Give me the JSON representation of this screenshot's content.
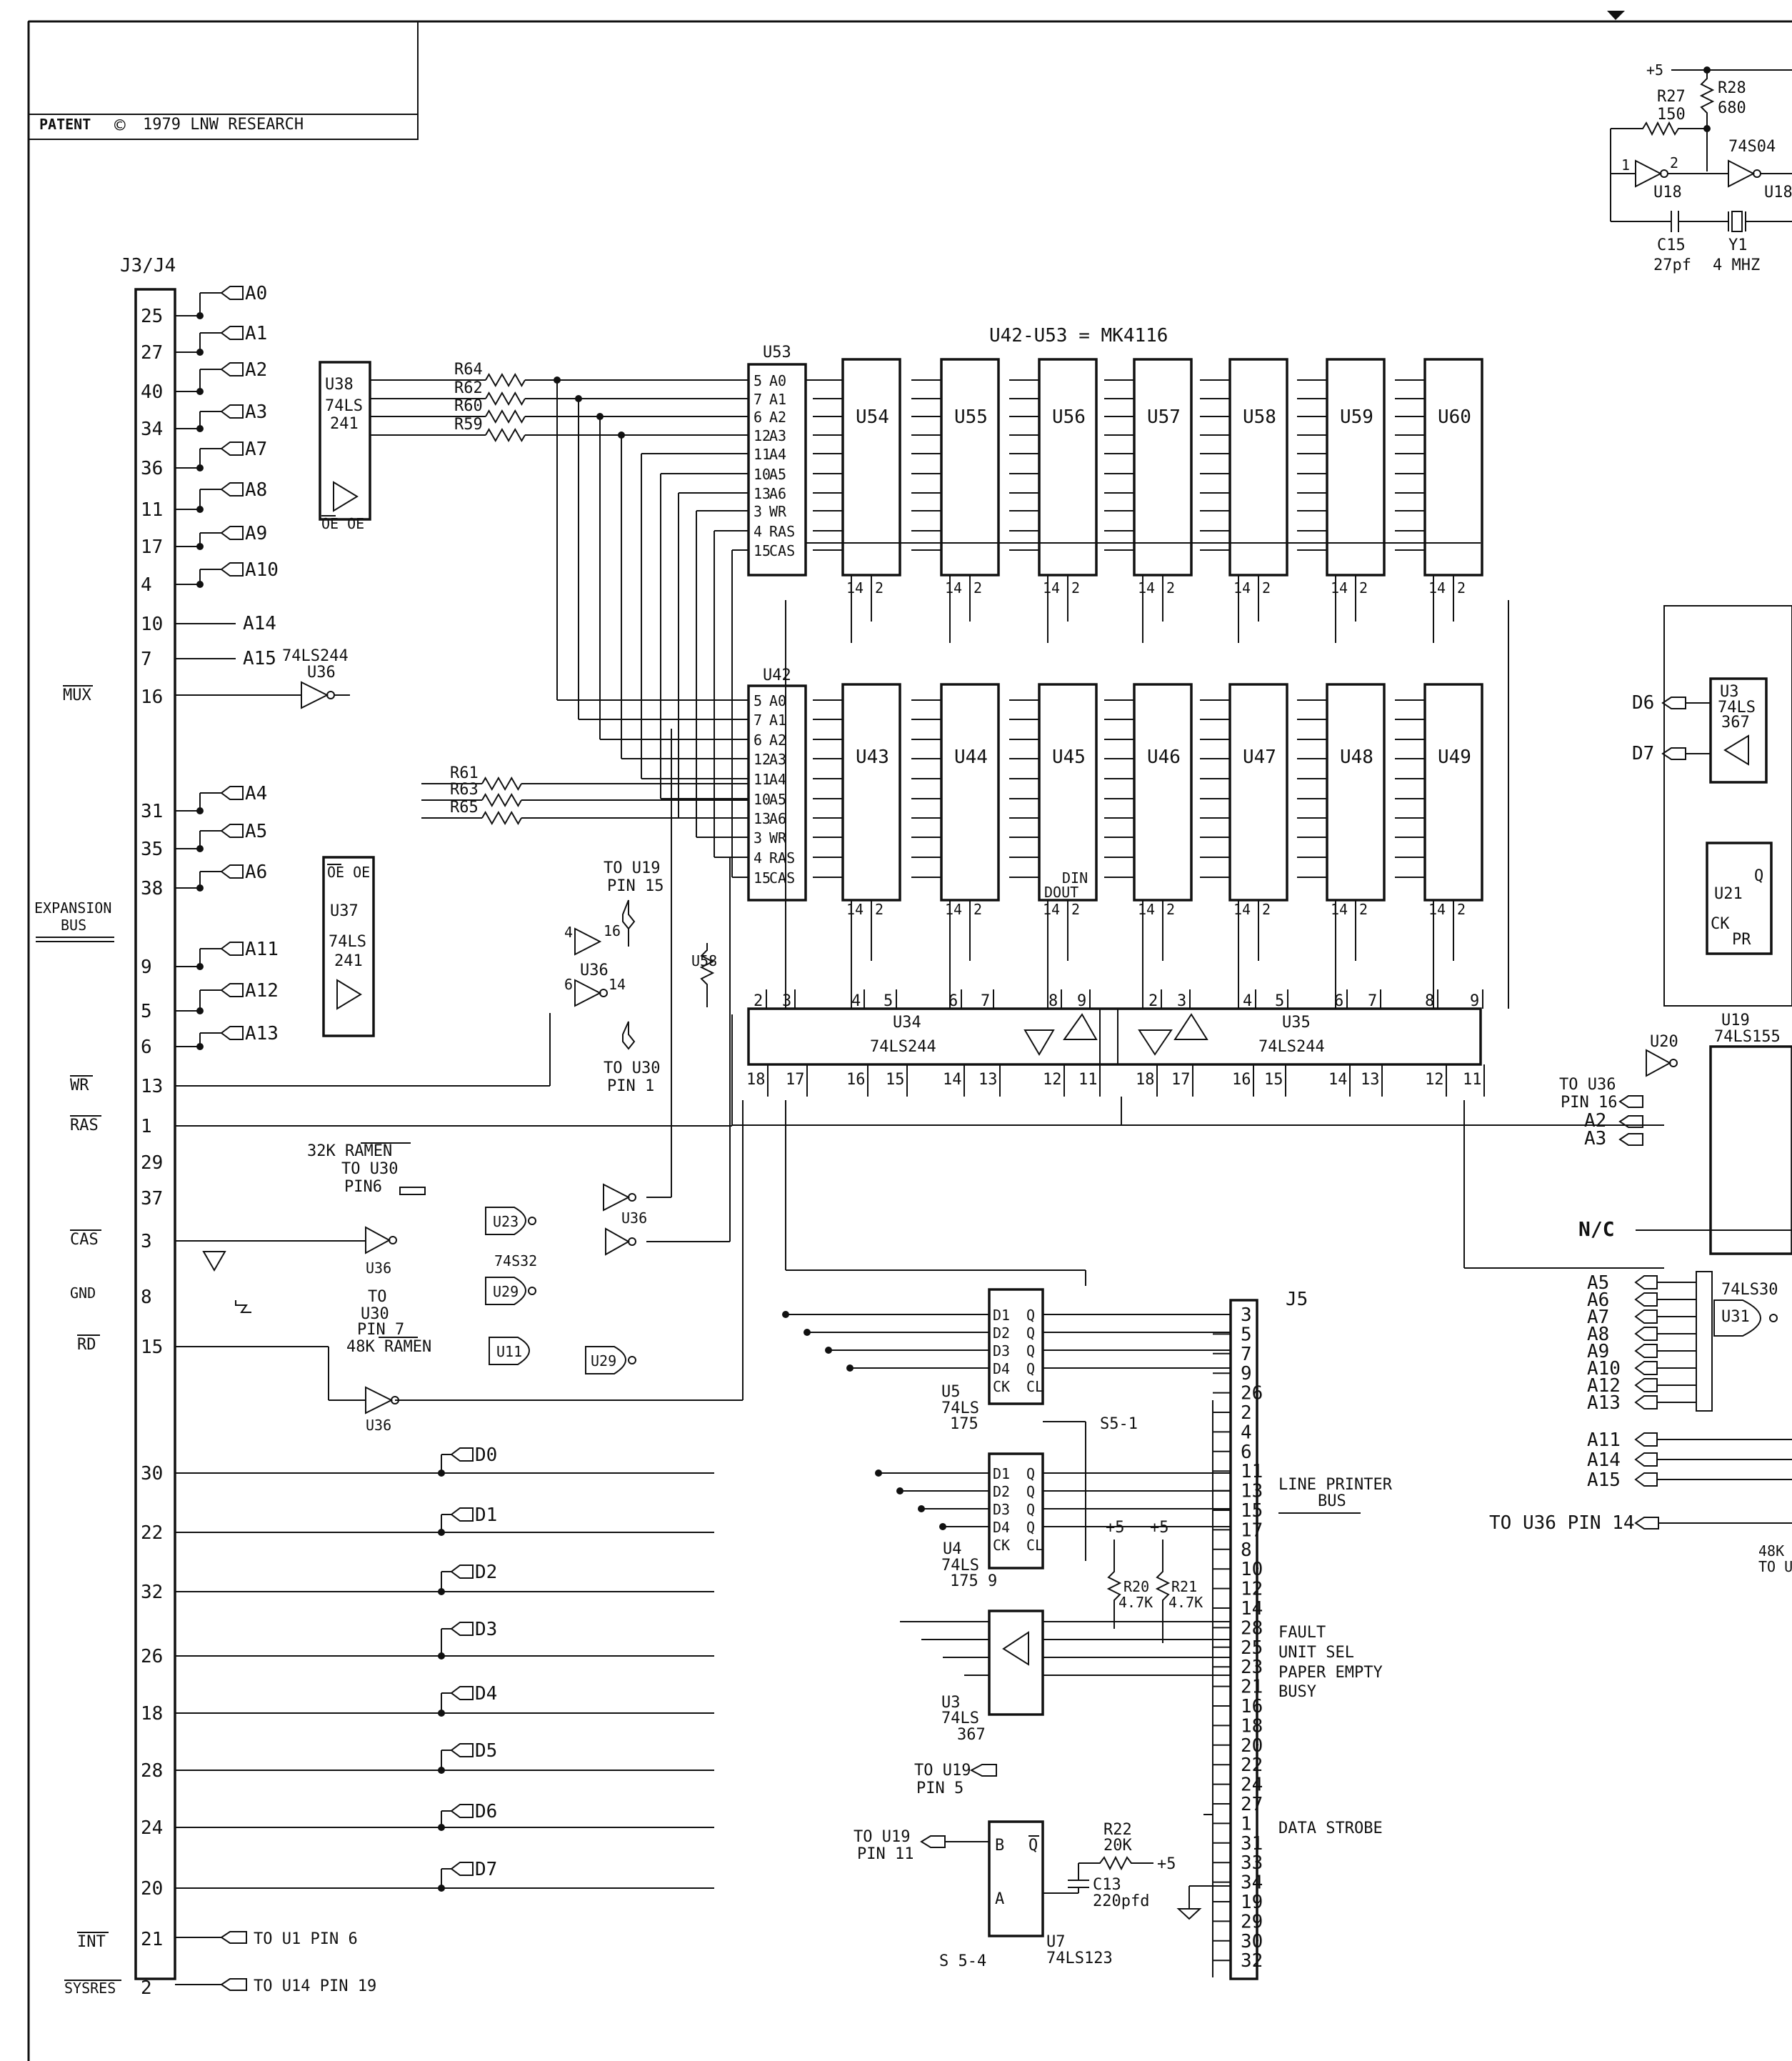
{
  "title_block": {
    "patent_label": "PATENT",
    "copyright_symbol": "©",
    "copyright_text": "1979 LNW RESEARCH"
  },
  "oscillator": {
    "supply": "+5",
    "r28": "R28",
    "r28_val": "680",
    "r27": "R27",
    "r27_val": "150",
    "gate_type": "74S04",
    "u18": "U18",
    "c15": "C15",
    "c15_val": "27pf",
    "y1": "Y1",
    "y1_val": "4 MHZ"
  },
  "connector_j3j4": {
    "label": "J3/J4",
    "side_labels": {
      "mux": "MUX",
      "expansion": "EXPANSION",
      "bus": "BUS",
      "wr": "WR",
      "ras": "RAS",
      "cas": "CAS",
      "gnd": "GND",
      "rd": "RD",
      "int": "INT",
      "sysres": "SYSRES"
    },
    "pins": [
      "25",
      "27",
      "40",
      "34",
      "36",
      "11",
      "17",
      "4",
      "10",
      "7",
      "16",
      "31",
      "35",
      "38",
      "9",
      "5",
      "6",
      "13",
      "1",
      "29",
      "37",
      "3",
      "8",
      "15",
      "30",
      "22",
      "32",
      "26",
      "18",
      "28",
      "24",
      "20",
      "21",
      "2"
    ],
    "address_signals": [
      "A0",
      "A1",
      "A2",
      "A3",
      "A7",
      "A8",
      "A9",
      "A10",
      "A14",
      "A15",
      "A4",
      "A5",
      "A6",
      "A11",
      "A12",
      "A13"
    ],
    "data_signals": [
      "D0",
      "D1",
      "D2",
      "D3",
      "D4",
      "D5",
      "D6",
      "D7"
    ],
    "to_u1": "TO U1 PIN 6",
    "to_u14": "TO U14 PIN 19"
  },
  "buffers": {
    "u38": "U38",
    "u37": "U37",
    "type_241": "74LS",
    "num_241": "241",
    "oe": "OE OE",
    "u36": "U36",
    "type_244": "74LS244",
    "resistors_top": [
      "R64",
      "R62",
      "R60",
      "R59"
    ],
    "resistors_bottom": [
      "R61",
      "R63",
      "R65"
    ]
  },
  "ram": {
    "header": "U42-U53 = MK4116",
    "u53": "U53",
    "u42": "U42",
    "pins": [
      "A0",
      "A1",
      "A2",
      "A3",
      "A4",
      "A5",
      "A6",
      "WR",
      "RAS",
      "CAS"
    ],
    "top_row": [
      "U54",
      "U55",
      "U56",
      "U57",
      "U58",
      "U59",
      "U60"
    ],
    "bottom_row": [
      "U43",
      "U44",
      "U45",
      "U46",
      "U47",
      "U48",
      "U49"
    ],
    "din": "DIN",
    "dout": "DOUT"
  },
  "data_buffers": {
    "u34": "U34",
    "u35": "U35",
    "type": "74LS244",
    "u58": "U58"
  },
  "control": {
    "to_u19_pin15": [
      "TO U19",
      "PIN 15"
    ],
    "to_u30_pin1": [
      "TO U30",
      "PIN 1"
    ],
    "ramen32": [
      "32K RAMEN",
      "TO U30",
      "PIN6"
    ],
    "ramen48": [
      "TO",
      "U30",
      "PIN 7",
      "48K RAMEN"
    ],
    "u23": "U23",
    "u29": "U29",
    "gate_74s32": "74S32",
    "u11": "U11",
    "u36": "U36"
  },
  "printer": {
    "j5": "J5",
    "u5": "U5",
    "u5_type": [
      "74LS",
      "175"
    ],
    "u4": "U4",
    "u4_type": [
      "74LS",
      "175 9"
    ],
    "u3": "U3",
    "u3_type": [
      "74LS",
      "367"
    ],
    "u7": "U7",
    "u7_type": "74LS123",
    "s5_1": "S5-1",
    "s5_4": "S 5-4",
    "r20": "R20",
    "r20_val": "4.7K",
    "r21": "R21",
    "r21_val": "4.7K",
    "r22": "R22",
    "r22_val": "20K",
    "c13": "C13",
    "c13_val": "220pfd",
    "plus5": "+5",
    "to_u19_pin5": [
      "TO U19",
      "PIN 5"
    ],
    "to_u19_pin11": [
      "TO U19",
      "PIN 11"
    ],
    "bus_label": [
      "LINE PRINTER",
      "BUS"
    ],
    "status": [
      "FAULT",
      "UNIT SEL",
      "PAPER EMPTY",
      "BUSY"
    ],
    "data_strobe": "DATA STROBE",
    "j5_pins": [
      "3",
      "5",
      "7",
      "9",
      "26",
      "2",
      "4",
      "6",
      "11",
      "13",
      "15",
      "17",
      "8",
      "10",
      "12",
      "14",
      "28",
      "25",
      "23",
      "21",
      "16",
      "18",
      "20",
      "22",
      "24",
      "27",
      "1",
      "31",
      "33",
      "34",
      "19",
      "29",
      "30",
      "32"
    ]
  },
  "right_side": {
    "u3": "U3",
    "u3_type": [
      "74LS",
      "367"
    ],
    "d6": "D6",
    "d7": "D7",
    "u21": "U21",
    "u19": "U19",
    "u19_type": "74LS155",
    "u20": "U20",
    "to_u36": [
      "TO U36",
      "PIN 16"
    ],
    "a2": "A2",
    "a3": "A3",
    "nc": "N/C",
    "u31": "U31",
    "u31_type": "74LS30",
    "addr": [
      "A5",
      "A6",
      "A7",
      "A8",
      "A9",
      "A10",
      "A12",
      "A13",
      "A11",
      "A14",
      "A15"
    ],
    "to_u36_pin14": "TO U36  PIN 14",
    "k48": "48K",
    "to_u": "TO U"
  }
}
